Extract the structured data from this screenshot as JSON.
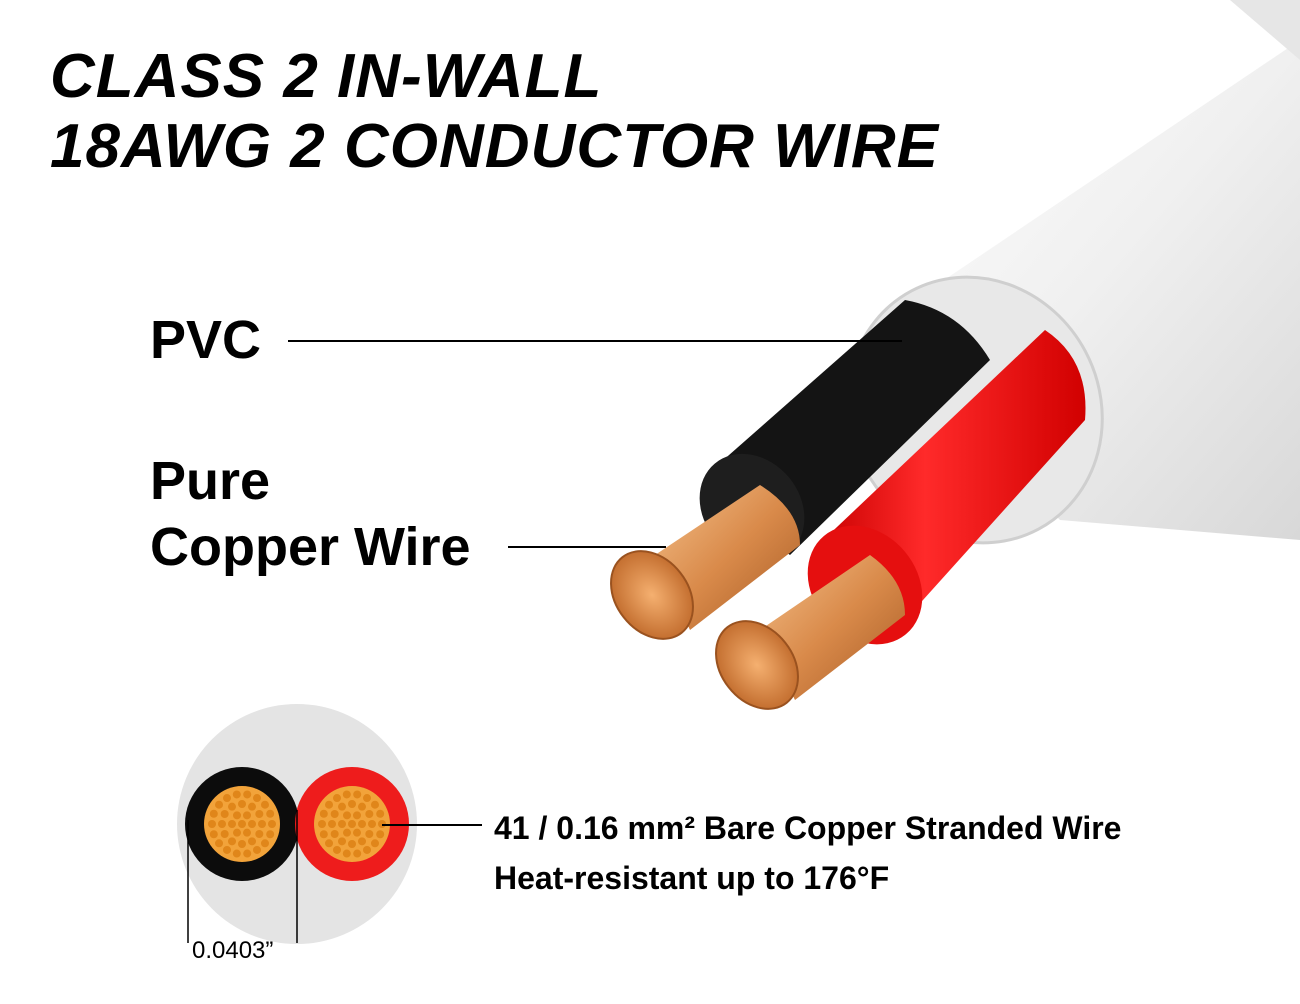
{
  "title": {
    "line1": "CLASS 2 IN-WALL",
    "line2": "18AWG 2 CONDUCTOR WIRE"
  },
  "callouts": {
    "pvc": "PVC",
    "copper_line1": "Pure",
    "copper_line2": "Copper Wire"
  },
  "spec": {
    "line1": "41 / 0.16 mm² Bare Copper Stranded Wire",
    "line2": "Heat-resistant up to 176°F"
  },
  "dimension": "0.0403”",
  "colors": {
    "jacket": "#e9e9e9",
    "black_insulation": "#111111",
    "red_insulation": "#ee1c1c",
    "copper": "#d98a4a",
    "copper_strand": "#f2a33a"
  }
}
